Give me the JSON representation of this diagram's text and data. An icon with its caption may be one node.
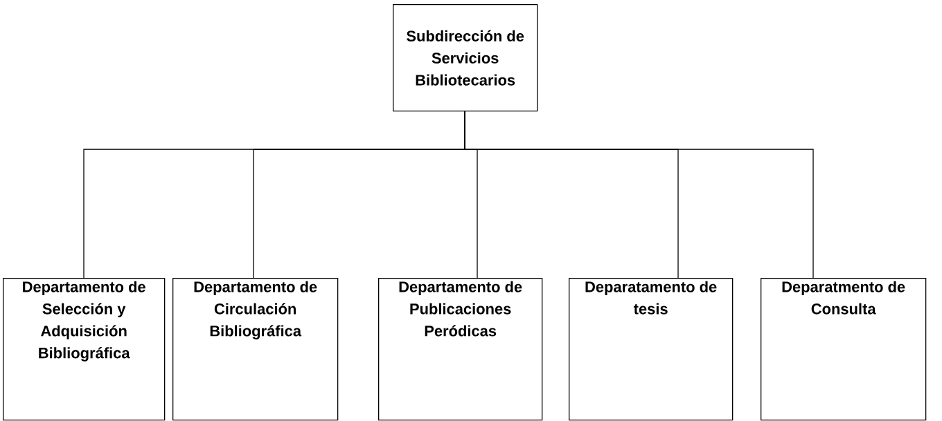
{
  "diagram": {
    "nodes": [
      {
        "text": [
          "Subdirección de Servicios Bibliotecarios"
        ]
      },
      {
        "text": [
          "Departamento de Selección y Adquisición Bibliográfica"
        ]
      },
      {
        "text": [
          "Departamento de Circulación Bibliográfica"
        ]
      },
      {
        "text": [
          "Departamento de Publicaciones Peródicas"
        ]
      },
      {
        "text": [
          "Deparatamento de tesis"
        ]
      },
      {
        "text": [
          "Deparatmento de Consulta"
        ]
      }
    ],
    "edges": [
      {
        "from": 0,
        "to": 1,
        "arrow": "none"
      },
      {
        "from": 0,
        "to": 2,
        "arrow": "none"
      },
      {
        "from": 0,
        "to": 3,
        "arrow": "none"
      },
      {
        "from": 0,
        "to": 4,
        "arrow": "none"
      },
      {
        "from": 0,
        "to": 5,
        "arrow": "none"
      }
    ]
  }
}
